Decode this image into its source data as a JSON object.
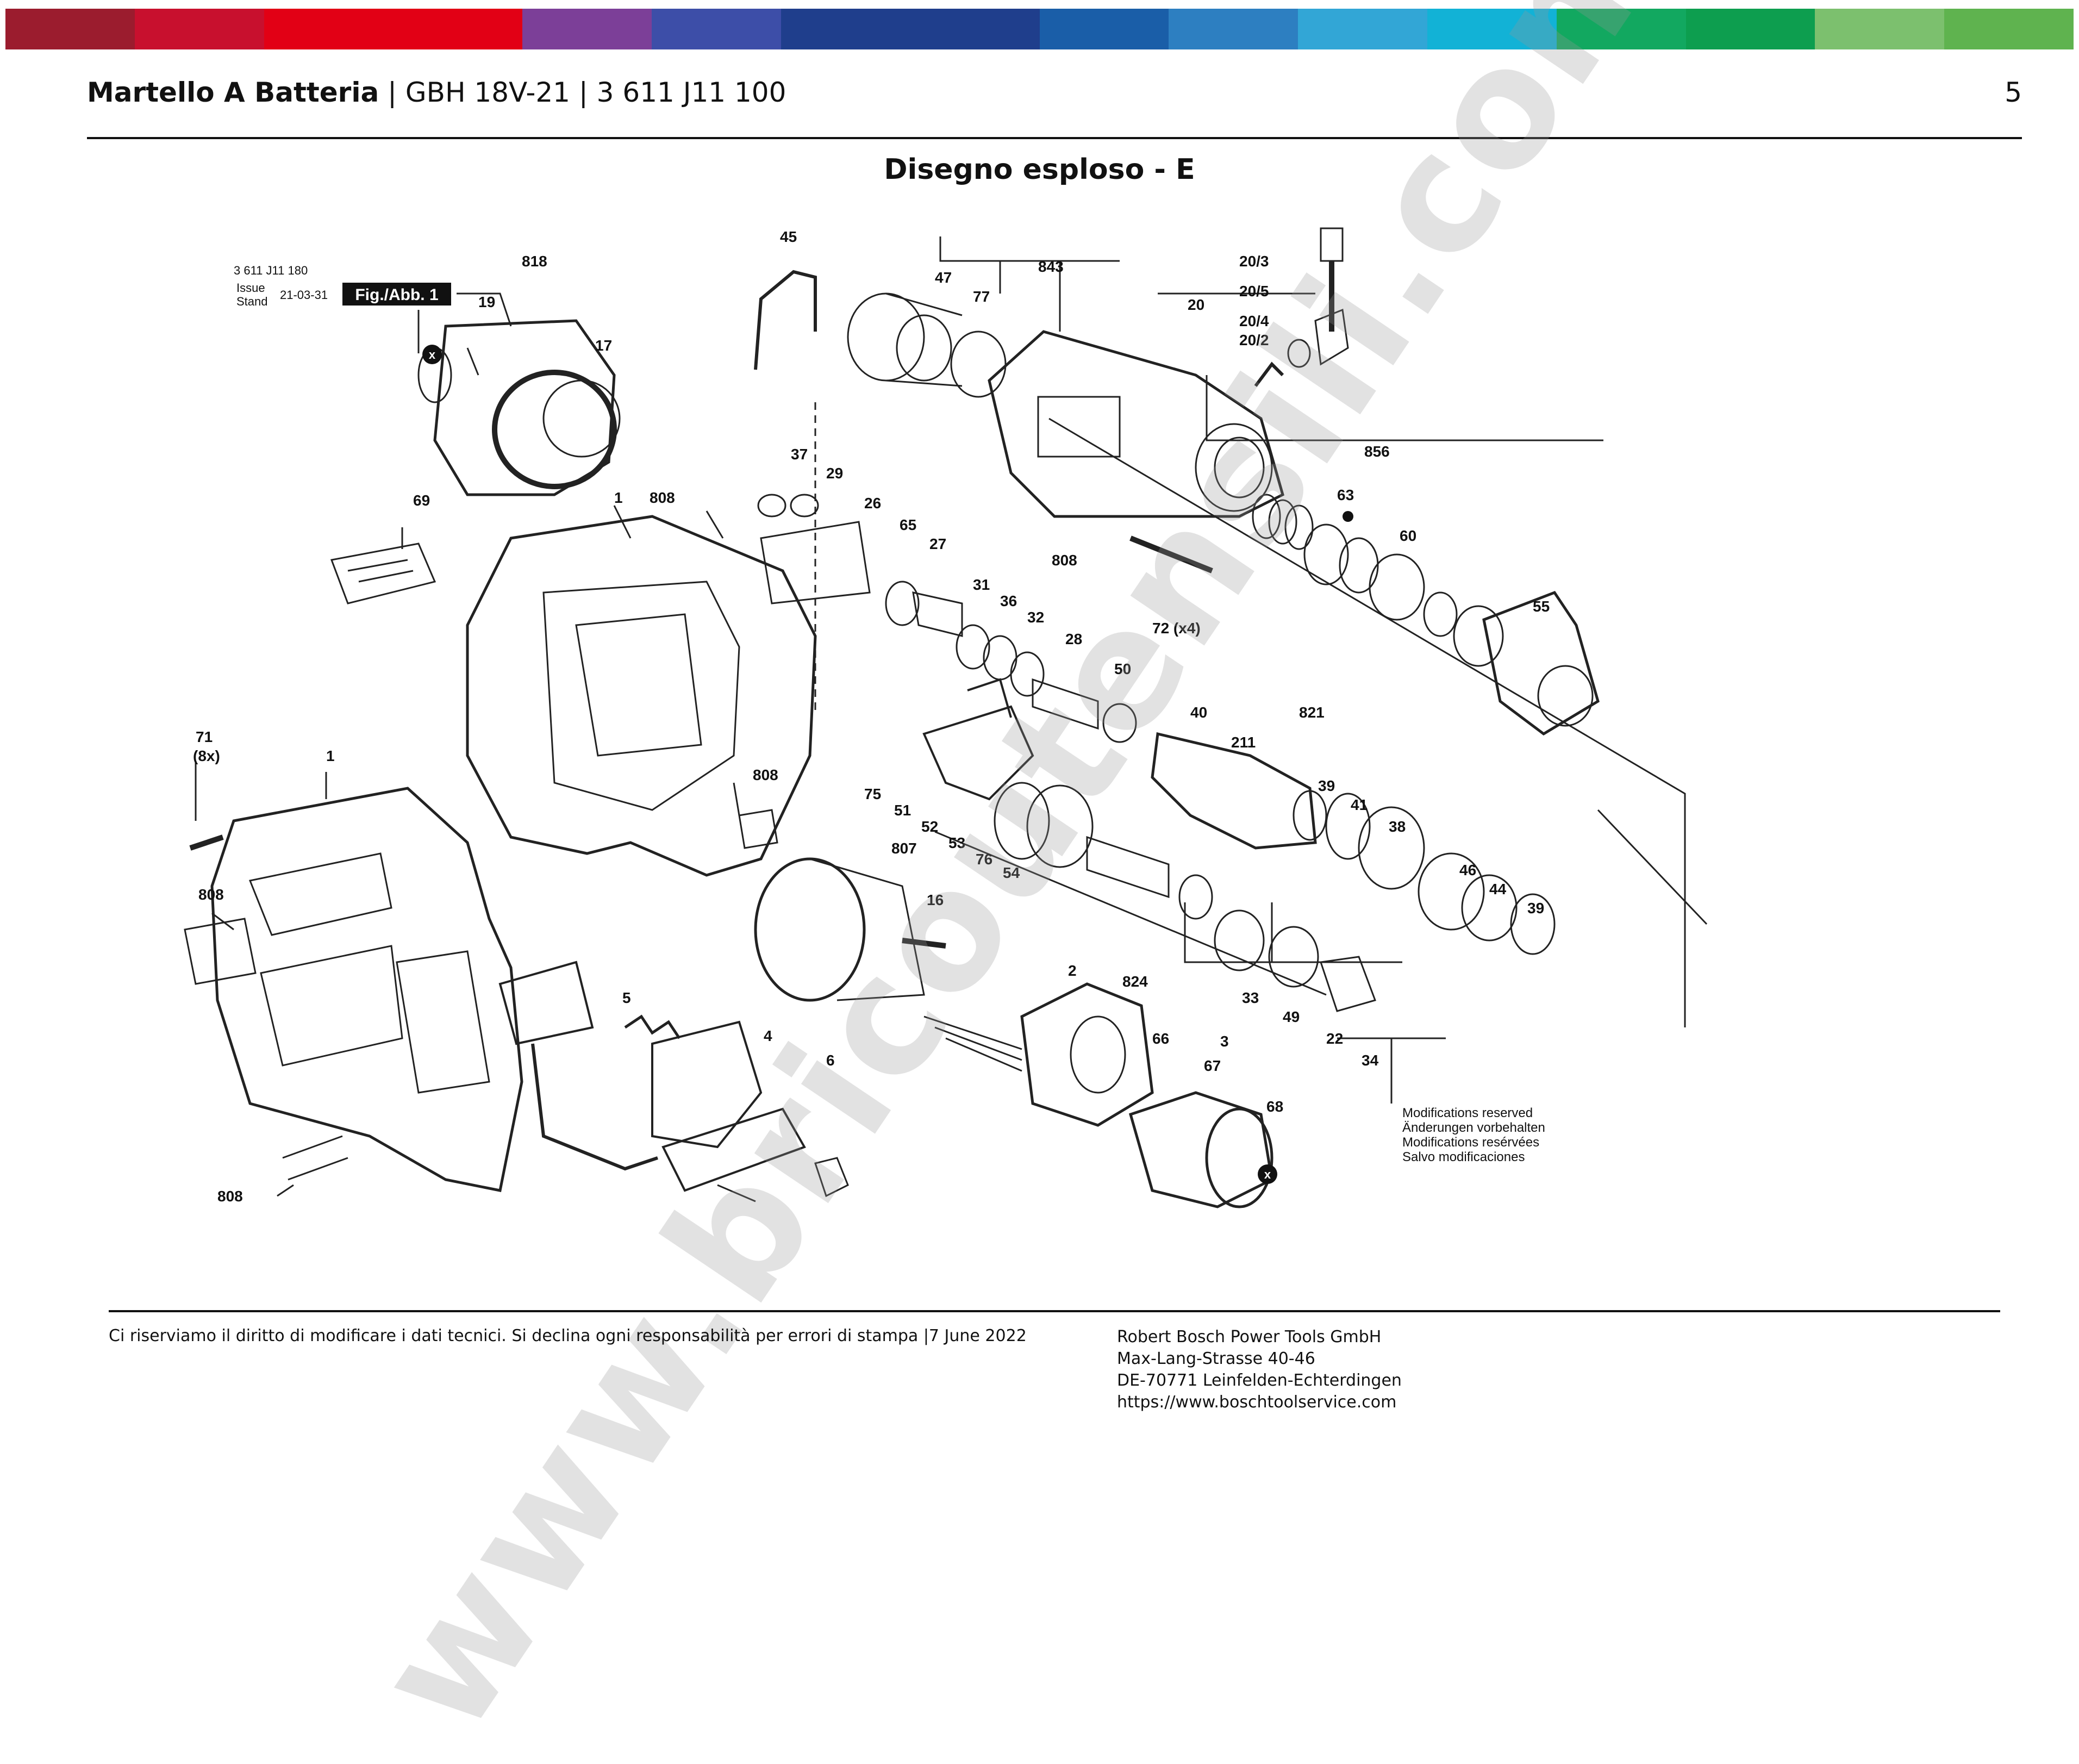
{
  "brand_bar_colors": [
    "#9b1c2e",
    "#c8102e",
    "#e20015",
    "#e20015",
    "#7c3f98",
    "#3d4ea8",
    "#1f3e8c",
    "#1f3e8c",
    "#1a5ea8",
    "#2d7fc1",
    "#32a6d6",
    "#12b2d6",
    "#12a860",
    "#0d9e4f",
    "#7cc06e",
    "#5fb34f"
  ],
  "header": {
    "model_title": "Martello A Batteria",
    "separator": "|",
    "model_code": "GBH 18V-21",
    "part_number": "3 611 J11 100",
    "page_number": "5"
  },
  "section_title": "Disegno esploso - E",
  "diagram": {
    "info_block": {
      "part_no": "3 611 J11 180",
      "issue": "Issue",
      "stand": "Stand",
      "date": "21-03-31",
      "fig_label": "Fig./Abb. 1"
    },
    "labels": {
      "l818": "818",
      "l19": "19",
      "l17": "17",
      "l45": "45",
      "l47": "47",
      "l77": "77",
      "l843": "843",
      "l20": "20",
      "l20_3": "20/3",
      "l20_5": "20/5",
      "l20_4": "20/4",
      "l20_2": "20/2",
      "l69": "69",
      "l1a": "1",
      "l808a": "808",
      "l37": "37",
      "l29": "29",
      "l26": "26",
      "l65": "65",
      "l27": "27",
      "l808b": "808",
      "l72": "72 (x4)",
      "l856": "856",
      "l63": "63",
      "l60": "60",
      "l55": "55",
      "l31": "31",
      "l36": "36",
      "l32": "32",
      "l28": "28",
      "l50": "50",
      "l40": "40",
      "l211": "211",
      "l821": "821",
      "l39a": "39",
      "l41": "41",
      "l38": "38",
      "l46": "46",
      "l44": "44",
      "l39b": "39",
      "l71": "71",
      "l8x": "(8x)",
      "l1b": "1",
      "l808c": "808",
      "l75": "75",
      "l51": "51",
      "l52": "52",
      "l53": "53",
      "l76": "76",
      "l54": "54",
      "l807": "807",
      "l16": "16",
      "l824": "824",
      "l33": "33",
      "l49": "49",
      "l22": "22",
      "l34": "34",
      "l808d": "808",
      "l5": "5",
      "l4": "4",
      "l6": "6",
      "l2": "2",
      "l66": "66",
      "l3": "3",
      "l67": "67",
      "l68": "68",
      "l808e": "808",
      "x1": "x",
      "x2": "x"
    },
    "modifications": [
      "Modifications reserved",
      "Änderungen vorbehalten",
      "Modifications resérvées",
      "Salvo modificaciones"
    ]
  },
  "watermark": "www.bricoutensili.com",
  "footer": {
    "disclaimer": "Ci riserviamo il diritto di modificare i dati tecnici. Si declina ogni responsabilità per errori di stampa |7 June 2022",
    "company": "Robert Bosch Power Tools GmbH",
    "street": "Max-Lang-Strasse 40-46",
    "city": "DE-70771 Leinfelden-Echterdingen",
    "website": "https://www.boschtoolservice.com"
  }
}
